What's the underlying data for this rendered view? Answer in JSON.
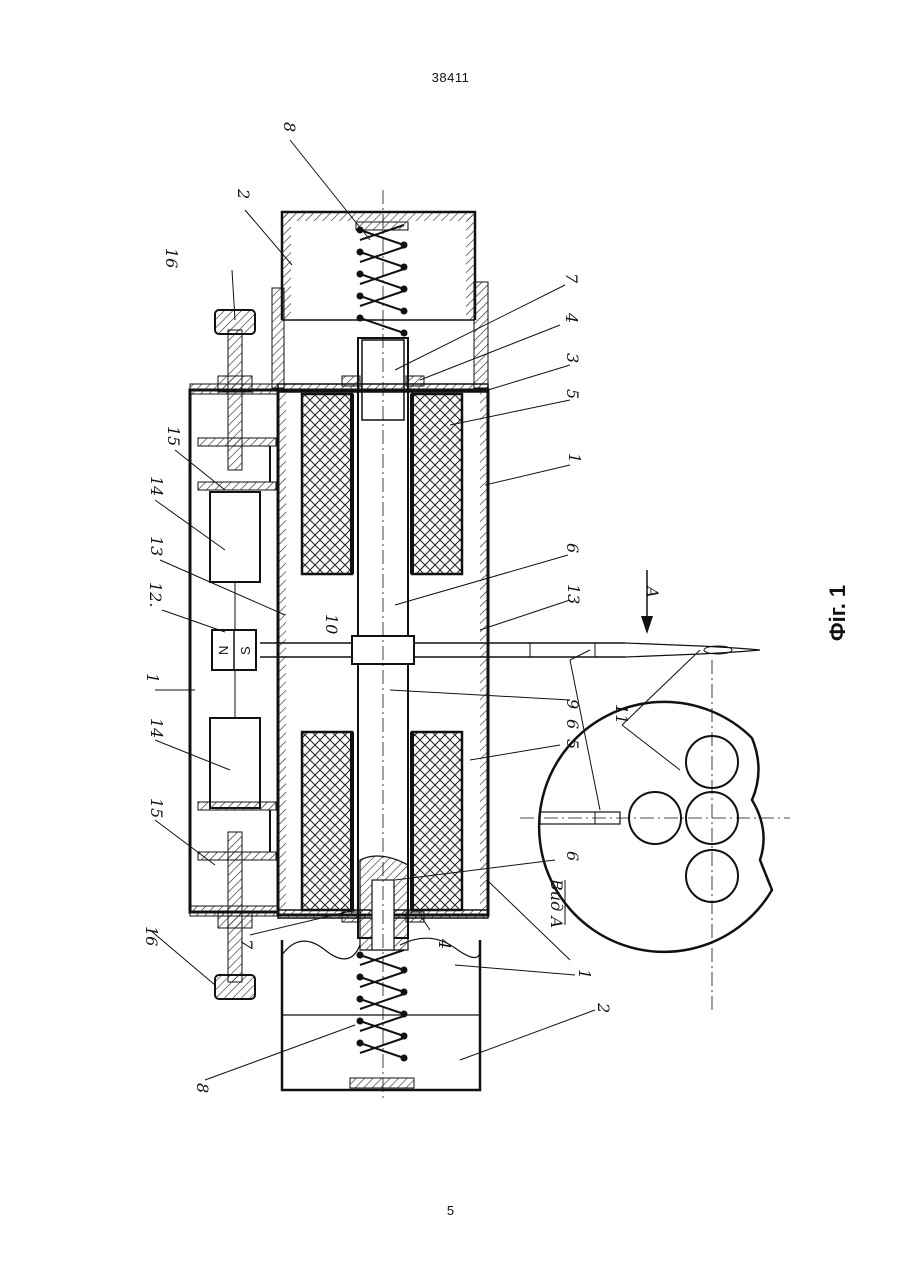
{
  "header": {
    "doc_number": "38411"
  },
  "footer": {
    "page_number": "5"
  },
  "figure": {
    "caption": "Фіг. 1",
    "view_label": "Вид А",
    "arrow_label": "А",
    "magnet_n": "N",
    "magnet_s": "S",
    "callouts": {
      "c1a": "1",
      "c1b": "1",
      "c1c": "1",
      "c2a": "2",
      "c2b": "2",
      "c3": "3",
      "c4a": "4",
      "c4b": "4",
      "c5a": "5",
      "c5b": "5",
      "c6a": "6",
      "c6b": "6",
      "c6c": "6",
      "c7a": "7",
      "c7b": "7",
      "c8a": "8",
      "c8b": "8",
      "c9": "9",
      "c10": "10",
      "c11": "11",
      "c12": "12.",
      "c13a": "13",
      "c13b": "13",
      "c14a": "14",
      "c14b": "14",
      "c15a": "15",
      "c15b": "15",
      "c16a": "16",
      "c16b": "16"
    }
  }
}
